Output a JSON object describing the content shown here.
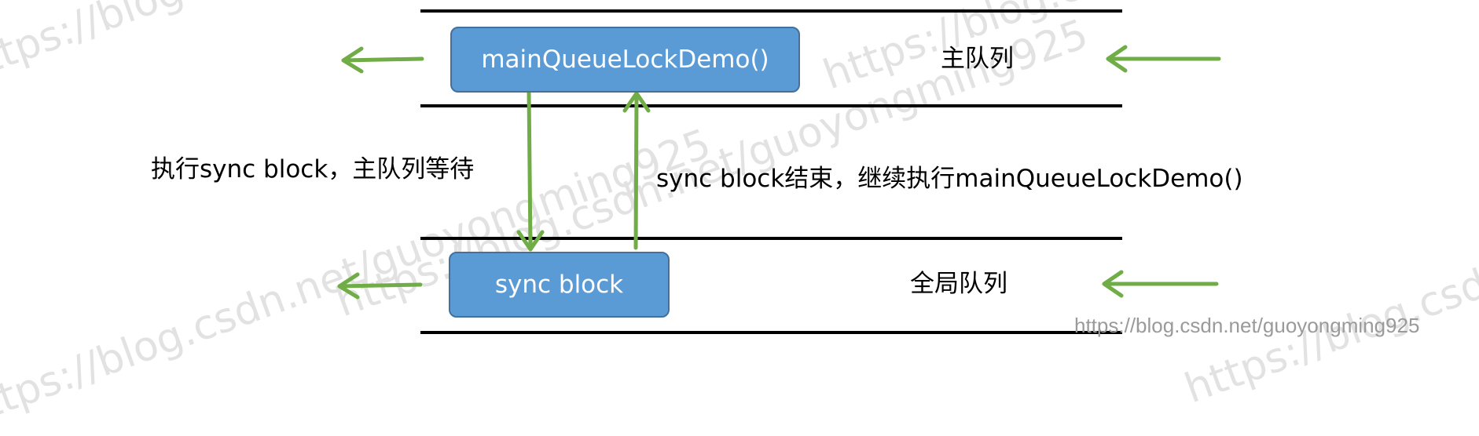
{
  "watermark": {
    "text_1": "https://blog.csdn.net/guoyongming925",
    "text_2": "https://blog.csdn.net/guoyongming925",
    "text_3": "https://blog.csdn.net/guoyongming925",
    "text_4": "https://blog.csdn.net/guoyongming925",
    "text_5": "https://blog.csdn.net/guoyongming925",
    "credit": "https://blog.csdn.net/guoyongming925"
  },
  "boxes": {
    "main": "mainQueueLockDemo()",
    "sync": "sync block"
  },
  "queues": {
    "main": "主队列",
    "global": "全局队列"
  },
  "annotations": {
    "left": "执行sync block，主队列等待",
    "right": "sync block结束，继续执行mainQueueLockDemo()"
  },
  "colors": {
    "box_fill": "#5b9bd5",
    "box_border": "#41719c",
    "arrow": "#70ad47"
  }
}
